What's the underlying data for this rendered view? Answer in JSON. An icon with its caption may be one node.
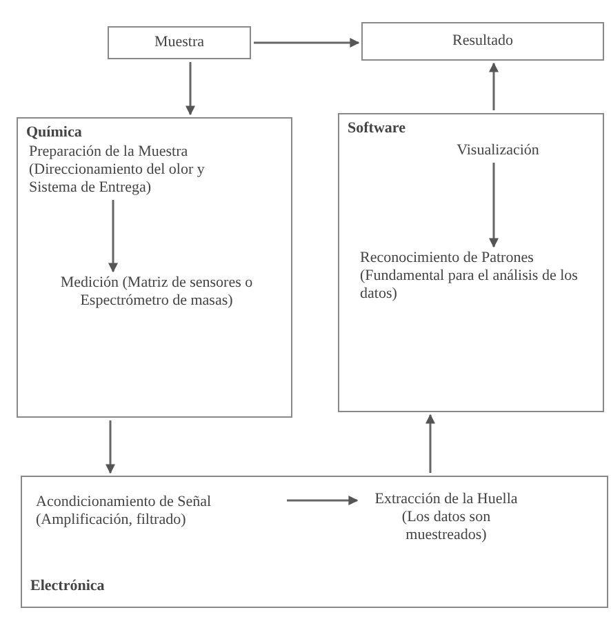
{
  "diagram": {
    "nodes": [
      {
        "text": [
          "Muestra"
        ]
      },
      {
        "text": [
          "Resultado"
        ]
      },
      {
        "text": [
          "Química"
        ]
      },
      {
        "text": [
          "Preparación de la Muestra (Direccionamiento del olor y Sistema de Entrega)"
        ],
        "in": 2
      },
      {
        "text": [
          "Medición (Matriz de sensores o Espectrómetro de masas)"
        ],
        "in": 2
      },
      {
        "text": [
          "Software"
        ]
      },
      {
        "text": [
          "Visualización"
        ],
        "in": 5
      },
      {
        "text": [
          "Reconocimiento de Patrones (Fundamental para el análisis de los datos)"
        ],
        "in": 5
      },
      {
        "text": [
          "Electrónica"
        ]
      },
      {
        "text": [
          "Acondicionamiento de Señal (Amplificación, filtrado)"
        ],
        "in": 8
      },
      {
        "text": [
          "Extracción de la Huella (Los datos son muestreados)"
        ],
        "in": 8
      }
    ],
    "edges": [
      {
        "from": 0,
        "to": 1,
        "arrow": "to"
      },
      {
        "from": 0,
        "to": 2,
        "arrow": "to"
      },
      {
        "from": 3,
        "to": 4,
        "arrow": "to"
      },
      {
        "from": 2,
        "to": 8,
        "arrow": "to"
      },
      {
        "from": 9,
        "to": 10,
        "arrow": "to"
      },
      {
        "from": 8,
        "to": 5,
        "arrow": "to"
      },
      {
        "from": 6,
        "to": 7,
        "arrow": "to"
      },
      {
        "from": 5,
        "to": 1,
        "arrow": "to"
      }
    ]
  }
}
